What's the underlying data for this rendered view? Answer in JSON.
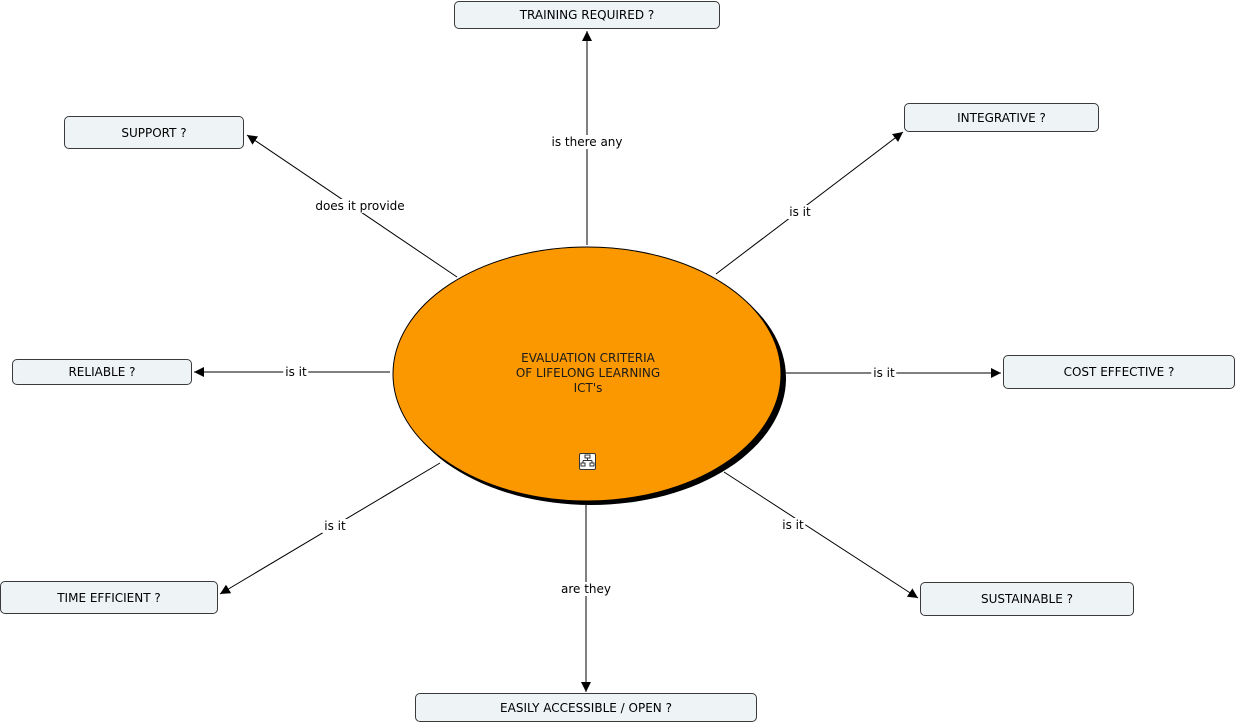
{
  "center": {
    "lines": [
      "EVALUATION CRITERIA",
      "OF LIFELONG LEARNING",
      "ICT's"
    ],
    "fill": "#fb9800",
    "shadow": "#000000",
    "icon": "concept-map-icon"
  },
  "nodes": {
    "training": "TRAINING REQUIRED ?",
    "support": "SUPPORT ?",
    "integrative": "INTEGRATIVE ?",
    "reliable": "RELIABLE ?",
    "cost_effective": "COST EFFECTIVE ?",
    "time_efficient": "TIME EFFICIENT ?",
    "sustainable": "SUSTAINABLE ?",
    "accessible": "EASILY ACCESSIBLE / OPEN ?"
  },
  "links": {
    "training": "is there any",
    "support": "does it provide",
    "integrative": "is it",
    "reliable": "is it",
    "cost_effective": "is it",
    "time_efficient": "is it",
    "sustainable": "is it",
    "accessible": "are they"
  },
  "colors": {
    "node_fill": "#eef3f6",
    "node_border": "#3a3a3a",
    "line": "#000000"
  }
}
